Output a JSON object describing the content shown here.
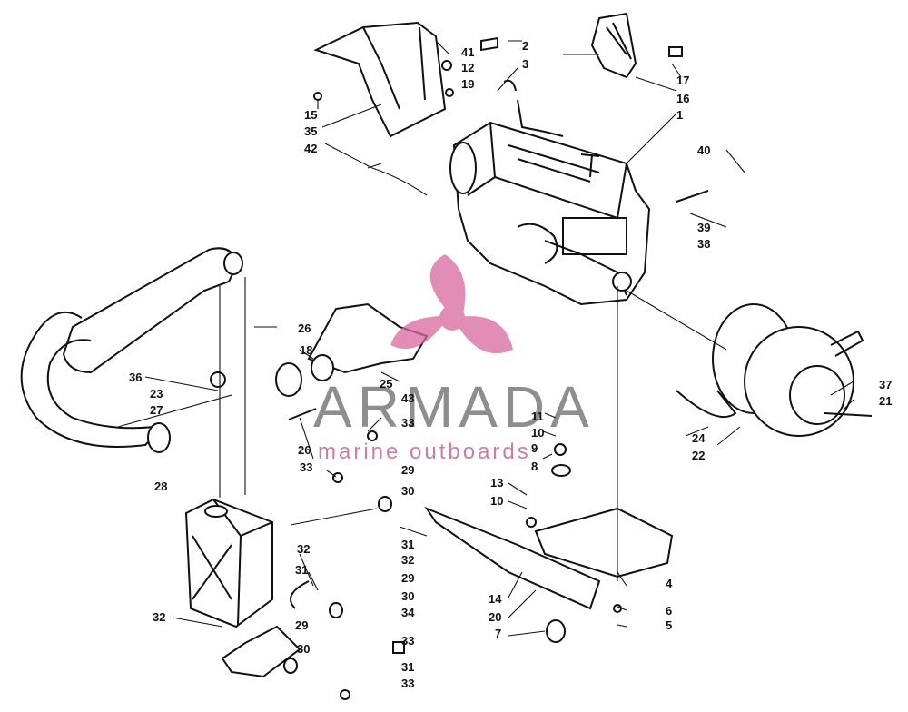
{
  "diagram": {
    "labels": [
      "1",
      "2",
      "3",
      "4",
      "5",
      "6",
      "7",
      "8",
      "9",
      "10",
      "10",
      "11",
      "12",
      "13",
      "14",
      "15",
      "16",
      "17",
      "18",
      "19",
      "20",
      "21",
      "22",
      "23",
      "24",
      "25",
      "26",
      "26",
      "27",
      "28",
      "29",
      "29",
      "29",
      "30",
      "30",
      "30",
      "31",
      "31",
      "31",
      "32",
      "32",
      "32",
      "33",
      "33",
      "33",
      "33",
      "34",
      "35",
      "36",
      "37",
      "38",
      "39",
      "40",
      "41",
      "42",
      "43"
    ]
  },
  "watermark": {
    "brand": "ARMADA",
    "tagline": "marine outboards",
    "brand_color": "#d9679e"
  }
}
